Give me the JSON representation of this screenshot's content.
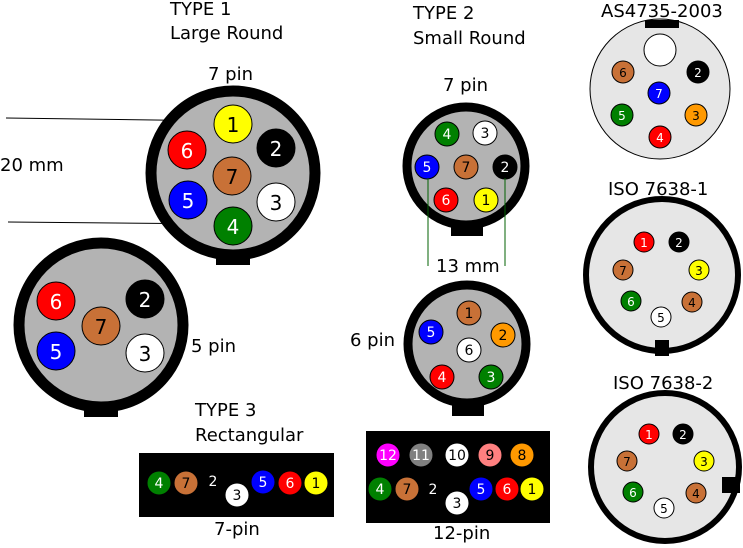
{
  "labels": {
    "type1_line1": "TYPE 1",
    "type1_line2": "Large Round",
    "type1_7pin": "7 pin",
    "type1_20mm": "20 mm",
    "type1_5pin": "5 pin",
    "type2_line1": "TYPE 2",
    "type2_line2": "Small Round",
    "type2_7pin": "7 pin",
    "type2_13mm": "13 mm",
    "type2_6pin": "6 pin",
    "type3_line1": "TYPE 3",
    "type3_line2": "Rectangular",
    "type3_7pin": "7-pin",
    "type3_12pin": "12-pin",
    "as4735": "AS4735-2003",
    "iso1": "ISO 7638-1",
    "iso2": "ISO 7638-2"
  },
  "colors": {
    "red": "#ff0000",
    "black": "#000000",
    "yellow": "#ffff00",
    "white": "#ffffff",
    "blue": "#0000ff",
    "brown": "#c87137",
    "green": "#008000",
    "orange": "#ff9900",
    "magenta": "#ff00ff",
    "grey": "#808080",
    "pink": "#ff8080",
    "plug_grey": "#b3b3b3",
    "iso_grey": "#e6e6e6"
  },
  "connectors": {
    "type1_7": [
      {
        "n": "1",
        "c": "yellow"
      },
      {
        "n": "2",
        "c": "black"
      },
      {
        "n": "3",
        "c": "white"
      },
      {
        "n": "4",
        "c": "green"
      },
      {
        "n": "5",
        "c": "blue"
      },
      {
        "n": "6",
        "c": "red"
      },
      {
        "n": "7",
        "c": "brown"
      }
    ],
    "type1_5": [
      {
        "n": "6",
        "c": "red"
      },
      {
        "n": "2",
        "c": "black"
      },
      {
        "n": "7",
        "c": "brown"
      },
      {
        "n": "5",
        "c": "blue"
      },
      {
        "n": "3",
        "c": "white"
      }
    ],
    "type2_7": [
      {
        "n": "4",
        "c": "green"
      },
      {
        "n": "3",
        "c": "white"
      },
      {
        "n": "5",
        "c": "blue"
      },
      {
        "n": "7",
        "c": "brown"
      },
      {
        "n": "2",
        "c": "black"
      },
      {
        "n": "6",
        "c": "red"
      },
      {
        "n": "1",
        "c": "yellow"
      }
    ],
    "type2_6": [
      {
        "n": "1",
        "c": "brown"
      },
      {
        "n": "5",
        "c": "blue"
      },
      {
        "n": "2",
        "c": "orange"
      },
      {
        "n": "6",
        "c": "white"
      },
      {
        "n": "4",
        "c": "red"
      },
      {
        "n": "3",
        "c": "green"
      }
    ],
    "type3_7": [
      {
        "n": "4",
        "c": "green"
      },
      {
        "n": "7",
        "c": "brown"
      },
      {
        "n": "2",
        "c": "black"
      },
      {
        "n": "3",
        "c": "white"
      },
      {
        "n": "5",
        "c": "blue"
      },
      {
        "n": "6",
        "c": "red"
      },
      {
        "n": "1",
        "c": "yellow"
      }
    ],
    "type3_12_top": [
      {
        "n": "12",
        "c": "magenta"
      },
      {
        "n": "11",
        "c": "grey"
      },
      {
        "n": "10",
        "c": "white"
      },
      {
        "n": "9",
        "c": "pink"
      },
      {
        "n": "8",
        "c": "orange"
      }
    ],
    "type3_12_bottom": [
      {
        "n": "4",
        "c": "green"
      },
      {
        "n": "7",
        "c": "brown"
      },
      {
        "n": "2",
        "c": "black"
      },
      {
        "n": "3",
        "c": "white"
      },
      {
        "n": "5",
        "c": "blue"
      },
      {
        "n": "6",
        "c": "red"
      },
      {
        "n": "1",
        "c": "yellow"
      }
    ],
    "as4735": [
      {
        "n": "1",
        "c": "white"
      },
      {
        "n": "6",
        "c": "brown"
      },
      {
        "n": "2",
        "c": "black"
      },
      {
        "n": "7",
        "c": "blue"
      },
      {
        "n": "5",
        "c": "green"
      },
      {
        "n": "3",
        "c": "orange"
      },
      {
        "n": "4",
        "c": "red"
      }
    ],
    "iso1": [
      {
        "n": "1",
        "c": "red"
      },
      {
        "n": "2",
        "c": "black"
      },
      {
        "n": "7",
        "c": "brown"
      },
      {
        "n": "3",
        "c": "yellow"
      },
      {
        "n": "6",
        "c": "green"
      },
      {
        "n": "4",
        "c": "brown"
      },
      {
        "n": "5",
        "c": "white"
      }
    ],
    "iso2": [
      {
        "n": "1",
        "c": "red"
      },
      {
        "n": "2",
        "c": "black"
      },
      {
        "n": "7",
        "c": "brown"
      },
      {
        "n": "3",
        "c": "yellow"
      },
      {
        "n": "6",
        "c": "green"
      },
      {
        "n": "4",
        "c": "brown"
      },
      {
        "n": "5",
        "c": "white"
      }
    ]
  }
}
